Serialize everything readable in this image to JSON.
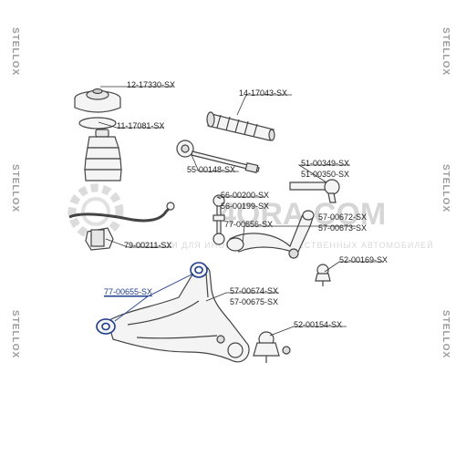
{
  "brand": {
    "side_logo_text": "STELLOX",
    "watermark_text": "4ORA.COM",
    "watermark_sub": "ЗАПЧАСТИ ДЛЯ ИНОМАРОК И ОТЕЧЕСТВЕННЫХ АВТОМОБИЛЕЙ"
  },
  "colors": {
    "part_stroke": "#444444",
    "part_fill": "#f4f4f4",
    "highlight": "#1f3c8c",
    "label_text": "#222222",
    "leader_line": "#333333"
  },
  "parts": [
    {
      "id": "p1",
      "codes": [
        "12-17330-SX"
      ]
    },
    {
      "id": "p2",
      "codes": [
        "14-17043-SX"
      ]
    },
    {
      "id": "p3",
      "codes": [
        "11-17081-SX"
      ]
    },
    {
      "id": "p4",
      "codes": [
        "55-00148-SX"
      ]
    },
    {
      "id": "p5",
      "codes": [
        "51-00349-SX",
        "51-00350-SX"
      ]
    },
    {
      "id": "p6",
      "codes": [
        "56-00200-SX",
        "56-00199-SX"
      ]
    },
    {
      "id": "p7",
      "codes": [
        "57-00672-SX",
        "57-00673-SX"
      ]
    },
    {
      "id": "p8",
      "codes": [
        "77-00656-SX"
      ]
    },
    {
      "id": "p9",
      "codes": [
        "79-00211-SX"
      ]
    },
    {
      "id": "p10",
      "codes": [
        "52-00169-SX"
      ]
    },
    {
      "id": "p11",
      "codes": [
        "77-00655-SX"
      ],
      "highlighted": true
    },
    {
      "id": "p12",
      "codes": [
        "57-00674-SX",
        "57-00675-SX"
      ]
    },
    {
      "id": "p13",
      "codes": [
        "52-00154-SX"
      ]
    }
  ]
}
